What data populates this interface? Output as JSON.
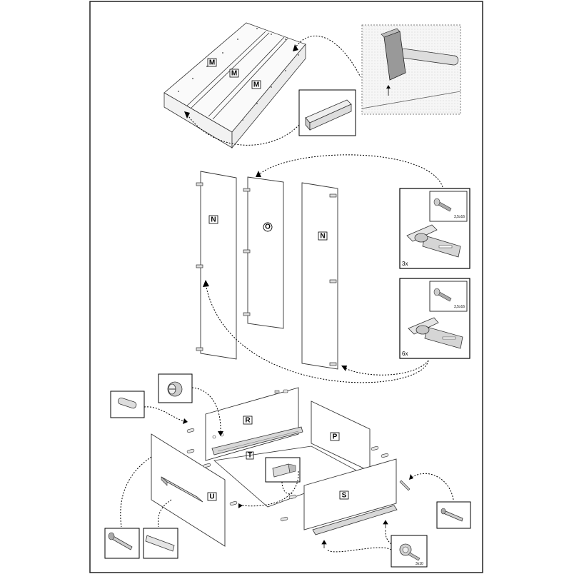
{
  "panels": {
    "top_labels": [
      "M",
      "M",
      "M"
    ],
    "side_left": "N",
    "door_middle": "O",
    "side_right": "N",
    "drawer_back": "R",
    "drawer_rail": "T",
    "drawer_side_right": "P",
    "drawer_side_left": "U",
    "drawer_front": "S"
  },
  "callouts": {
    "hinge_top_screw_size": "3,5x16",
    "hinge_top_qty": "3x",
    "hinge_bottom_screw_size": "3,5x16",
    "hinge_bottom_qty": "6x",
    "bottom_screw_size": "3x10"
  },
  "icons": [
    "hammer-icon",
    "edge-profile-icon",
    "screw-icon",
    "hinge-icon",
    "dowel-icon",
    "cam-lock-icon",
    "wall-plug-icon",
    "long-screw-icon",
    "handle-bar-icon"
  ]
}
